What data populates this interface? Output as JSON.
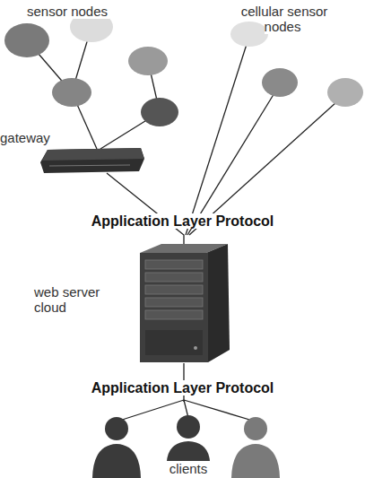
{
  "diagram": {
    "nodes": [
      {
        "text": [
          "gateway"
        ]
      },
      {
        "text": [
          "web server cloud"
        ]
      }
    ],
    "edges": [
      {
        "from": 0,
        "to": 1,
        "arrow": "none"
      }
    ],
    "labels": [
      "sensor nodes",
      "cellular sensor nodes",
      "Application Layer Protocol",
      "Application Layer Protocol",
      "clients"
    ]
  }
}
